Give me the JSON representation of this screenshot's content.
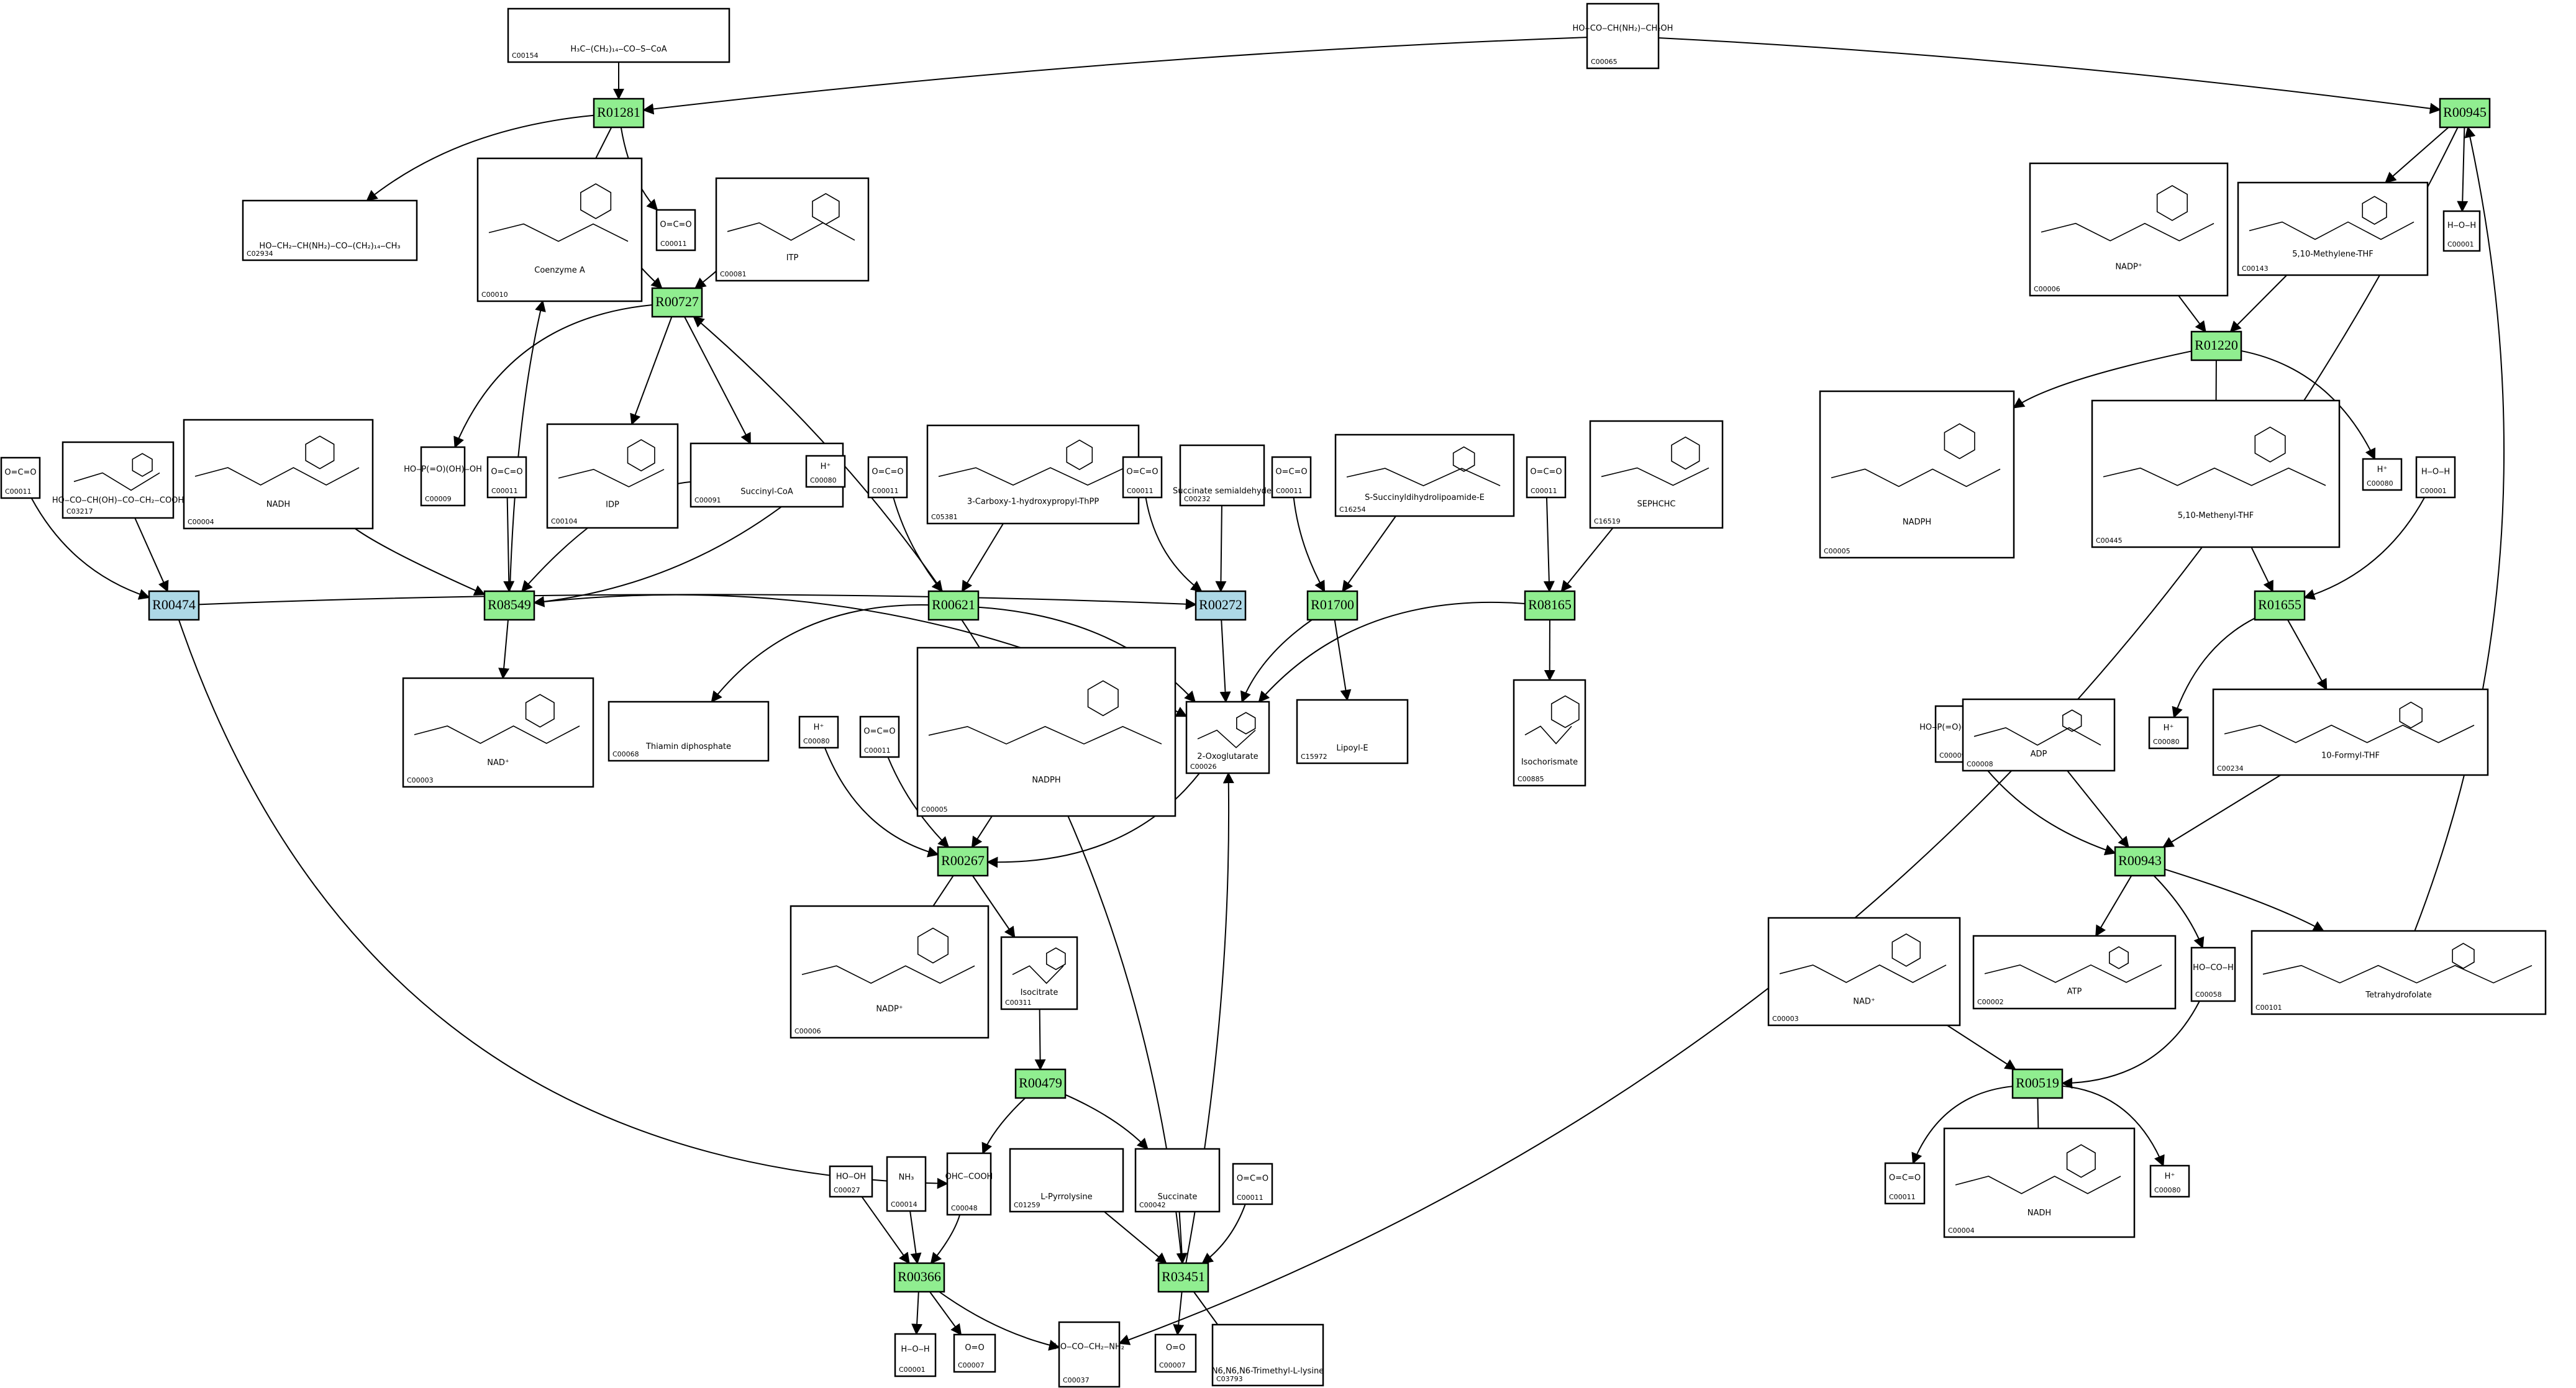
{
  "colors": {
    "reaction_green": "#90ee90",
    "reaction_blue": "#add8e6"
  },
  "reactions": [
    {
      "id": "R01281",
      "color": "green"
    },
    {
      "id": "R00945",
      "color": "green"
    },
    {
      "id": "R00727",
      "color": "green"
    },
    {
      "id": "R01220",
      "color": "green"
    },
    {
      "id": "R00474",
      "color": "blue"
    },
    {
      "id": "R08549",
      "color": "green"
    },
    {
      "id": "R00621",
      "color": "green"
    },
    {
      "id": "R00272",
      "color": "blue"
    },
    {
      "id": "R01700",
      "color": "green"
    },
    {
      "id": "R08165",
      "color": "green"
    },
    {
      "id": "R01655",
      "color": "green"
    },
    {
      "id": "R00267",
      "color": "green"
    },
    {
      "id": "R00943",
      "color": "green"
    },
    {
      "id": "R00479",
      "color": "green"
    },
    {
      "id": "R00519",
      "color": "green"
    },
    {
      "id": "R00366",
      "color": "green"
    },
    {
      "id": "R03451",
      "color": "green"
    }
  ],
  "compounds": [
    {
      "key": "n01",
      "id": "C00154",
      "formula": "H₃C‒(CH₂)₁₄‒CO‒S‒CoA"
    },
    {
      "key": "n02",
      "id": "C00065",
      "formula": "HO‒CO‒CH(NH₂)‒CH₂OH"
    },
    {
      "key": "n03",
      "id": "C02934",
      "formula": "HO‒CH₂‒CH(NH₂)‒CO‒(CH₂)₁₄‒CH₃"
    },
    {
      "key": "n04",
      "id": "C00010",
      "formula": "Coenzyme A"
    },
    {
      "key": "n05",
      "id": "C00011",
      "formula": "O=C=O"
    },
    {
      "key": "n06",
      "id": "C00081",
      "formula": "ITP"
    },
    {
      "key": "n07",
      "id": "C00006",
      "formula": "NADP⁺"
    },
    {
      "key": "n08",
      "id": "C00143",
      "formula": "5,10-Methylene-THF"
    },
    {
      "key": "n09",
      "id": "C00001",
      "formula": "H‒O‒H"
    },
    {
      "key": "n10",
      "id": "C00011",
      "formula": "O=C=O"
    },
    {
      "key": "n11",
      "id": "C03217",
      "formula": "HO‒CO‒CH(OH)‒CO‒CH₂‒COOH"
    },
    {
      "key": "n12",
      "id": "C00004",
      "formula": "NADH"
    },
    {
      "key": "n13",
      "id": "C00009",
      "formula": "HO‒P(=O)(OH)‒OH"
    },
    {
      "key": "n14",
      "id": "C00011",
      "formula": "O=C=O"
    },
    {
      "key": "n15",
      "id": "C00104",
      "formula": "IDP"
    },
    {
      "key": "n16",
      "id": "C00091",
      "formula": "Succinyl-CoA"
    },
    {
      "key": "n17",
      "id": "C00080",
      "formula": "H⁺"
    },
    {
      "key": "n18",
      "id": "C00011",
      "formula": "O=C=O"
    },
    {
      "key": "n19",
      "id": "C05381",
      "formula": "3-Carboxy-1-hydroxypropyl-ThPP"
    },
    {
      "key": "n20",
      "id": "C00011",
      "formula": "O=C=O"
    },
    {
      "key": "n21",
      "id": "C00232",
      "formula": "Succinate semialdehyde"
    },
    {
      "key": "n22",
      "id": "C00011",
      "formula": "O=C=O"
    },
    {
      "key": "n23",
      "id": "C16254",
      "formula": "S-Succinyldihydrolipoamide-E"
    },
    {
      "key": "n24",
      "id": "C00011",
      "formula": "O=C=O"
    },
    {
      "key": "n25",
      "id": "C16519",
      "formula": "SEPHCHC"
    },
    {
      "key": "n26",
      "id": "C00005",
      "formula": "NADPH"
    },
    {
      "key": "n27",
      "id": "C00445",
      "formula": "5,10-Methenyl-THF"
    },
    {
      "key": "n28",
      "id": "C00080",
      "formula": "H⁺"
    },
    {
      "key": "n29",
      "id": "C00001",
      "formula": "H‒O‒H"
    },
    {
      "key": "n30",
      "id": "C00003",
      "formula": "NAD⁺"
    },
    {
      "key": "n31",
      "id": "C00068",
      "formula": "Thiamin diphosphate"
    },
    {
      "key": "n32",
      "id": "C00005",
      "formula": "NADPH"
    },
    {
      "key": "n33",
      "id": "C00026",
      "formula": "2-Oxoglutarate"
    },
    {
      "key": "n34",
      "id": "C15972",
      "formula": "Lipoyl-E"
    },
    {
      "key": "n35",
      "id": "C00885",
      "formula": "Isochorismate"
    },
    {
      "key": "n36",
      "id": "C00080",
      "formula": "H⁺"
    },
    {
      "key": "n37",
      "id": "C00011",
      "formula": "O=C=O"
    },
    {
      "key": "n38",
      "id": "C00009",
      "formula": "HO‒P(=O)(OH)‒OH"
    },
    {
      "key": "n39",
      "id": "C00008",
      "formula": "ADP"
    },
    {
      "key": "n40",
      "id": "C00080",
      "formula": "H⁺"
    },
    {
      "key": "n41",
      "id": "C00234",
      "formula": "10-Formyl-THF"
    },
    {
      "key": "n42",
      "id": "C00006",
      "formula": "NADP⁺"
    },
    {
      "key": "n43",
      "id": "C00311",
      "formula": "Isocitrate"
    },
    {
      "key": "n44",
      "id": "C00003",
      "formula": "NAD⁺"
    },
    {
      "key": "n45",
      "id": "C00002",
      "formula": "ATP"
    },
    {
      "key": "n46",
      "id": "C00058",
      "formula": "HO‒CO‒H"
    },
    {
      "key": "n47",
      "id": "C00101",
      "formula": "Tetrahydrofolate"
    },
    {
      "key": "n48",
      "id": "C00027",
      "formula": "HO‒OH"
    },
    {
      "key": "n49",
      "id": "C00014",
      "formula": "NH₃"
    },
    {
      "key": "n50",
      "id": "C00048",
      "formula": "OHC‒COOH"
    },
    {
      "key": "n51",
      "id": "C01259",
      "formula": "L-Pyrrolysine"
    },
    {
      "key": "n52",
      "id": "C00042",
      "formula": "Succinate"
    },
    {
      "key": "n53",
      "id": "C00011",
      "formula": "O=C=O"
    },
    {
      "key": "n54",
      "id": "C00011",
      "formula": "O=C=O"
    },
    {
      "key": "n55",
      "id": "C00004",
      "formula": "NADH"
    },
    {
      "key": "n56",
      "id": "C00080",
      "formula": "H⁺"
    },
    {
      "key": "n57",
      "id": "C00001",
      "formula": "H‒O‒H"
    },
    {
      "key": "n58",
      "id": "C00007",
      "formula": "O=O"
    },
    {
      "key": "n59",
      "id": "C00037",
      "formula": "HO‒CO‒CH₂‒NH₂"
    },
    {
      "key": "n60",
      "id": "C00007",
      "formula": "O=O"
    },
    {
      "key": "n61",
      "id": "C03793",
      "formula": "N6,N6,N6-Trimethyl-L-lysine"
    }
  ]
}
